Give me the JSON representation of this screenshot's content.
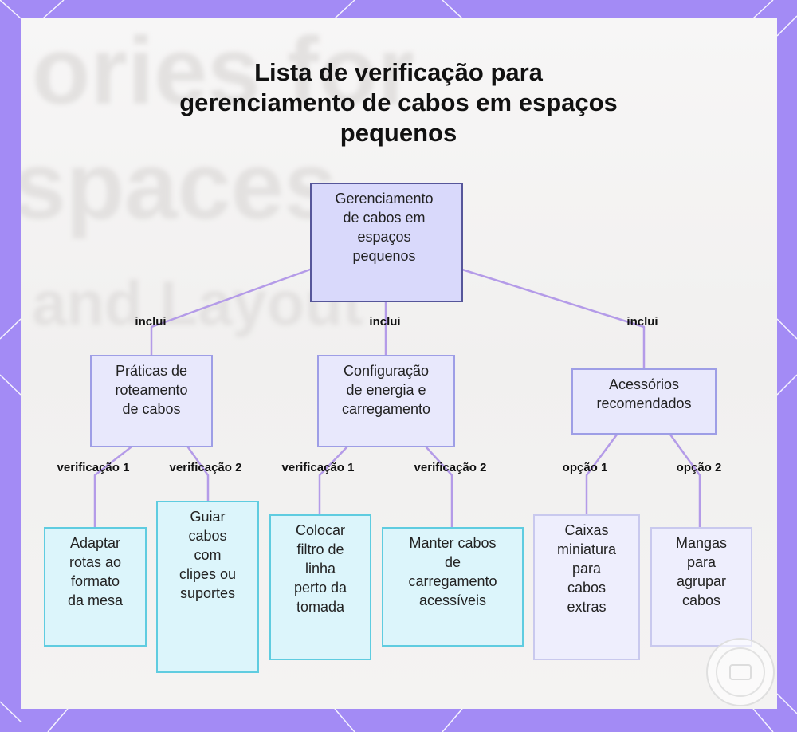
{
  "title": "Lista de verificação para\ngerenciamento de cabos em espaços\npequenos",
  "colors": {
    "frame": "#a38bf5",
    "connector": "#b49be8",
    "root_fill": "#d9d9fb",
    "root_border": "#56569a",
    "category_fill": "#e8e8fc",
    "category_border": "#9e9ee6",
    "leaf_cyan_fill": "#dcf5fb",
    "leaf_cyan_border": "#5fcce0",
    "leaf_violet_fill": "#eeeefd",
    "leaf_violet_border": "#c9c9ee"
  },
  "nodes": {
    "root": "Gerenciamento\nde cabos em\nespaços\npequenos",
    "routing": "Práticas de\nroteamento\nde cabos",
    "power": "Configuração\nde energia e\ncarregamento",
    "accessories": "Acessórios\nrecomendados",
    "routing_check1": "Adaptar\nrotas ao\nformato\nda mesa",
    "routing_check2": "Guiar\ncabos\ncom\nclipes ou\nsuportes",
    "power_check1": "Colocar\nfiltro de\nlinha\nperto da\ntomada",
    "power_check2": "Manter cabos\nde\ncarregamento\nacessíveis",
    "accessories_opt1": "Caixas\nminiatura\npara\ncabos\nextras",
    "accessories_opt2": "Mangas\npara\nagrupar\ncabos"
  },
  "edges": {
    "root_to_routing": "inclui",
    "root_to_power": "inclui",
    "root_to_accessories": "inclui",
    "routing_to_check1": "verificação 1",
    "routing_to_check2": "verificação 2",
    "power_to_check1": "verificação 1",
    "power_to_check2": "verificação 2",
    "accessories_to_opt1": "opção 1",
    "accessories_to_opt2": "opção 2"
  },
  "background_ghost_text": [
    "ories for",
    "spaces",
    "and Layout"
  ],
  "badge_icon": "logo-badge-icon"
}
